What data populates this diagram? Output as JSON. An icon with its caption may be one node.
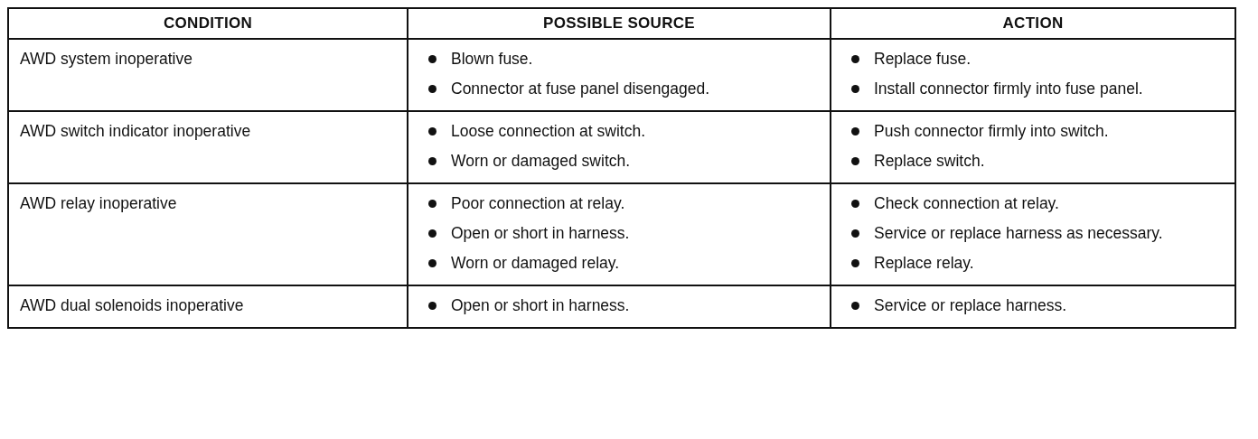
{
  "diagram": {
    "labels": [
      "CONDITION",
      "POSSIBLE SOURCE",
      "ACTION",
      "AWD system inoperative",
      "Blown fuse.",
      "Replace fuse.",
      "Connector at fuse panel disengaged.",
      "Install connector firmly into fuse panel.",
      "AWD switch indicator inoperative",
      "Loose connection at switch.",
      "Push connector firmly into switch.",
      "Worn or damaged switch.",
      "Replace switch.",
      "AWD relay inoperative",
      "Poor connection at relay.",
      "Check connection at relay.",
      "Open or short in harness.",
      "Service or replace harness as necessary.",
      "Worn or damaged relay.",
      "Replace relay.",
      "AWD dual solenoids inoperative",
      "Open or short in harness.",
      "Service or replace harness."
    ]
  }
}
